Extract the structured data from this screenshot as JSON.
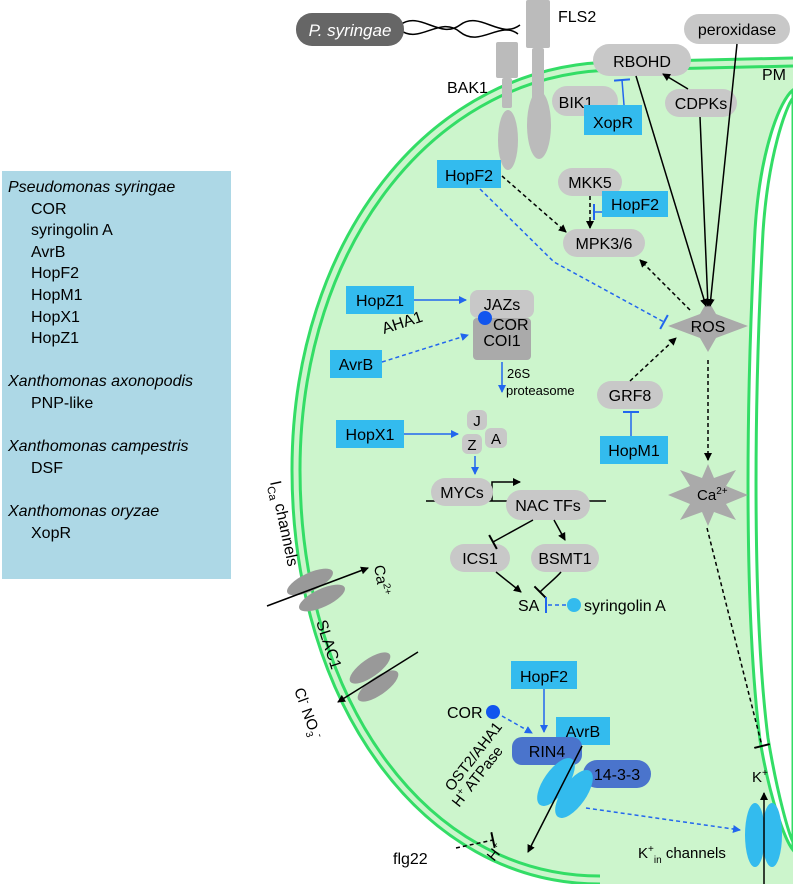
{
  "legend": {
    "groups": [
      {
        "organism": "Pseudomonas syringae",
        "effectors": [
          "COR",
          "syringolin A",
          "AvrB",
          "HopF2",
          "HopM1",
          "HopX1",
          "HopZ1"
        ]
      },
      {
        "organism": "Xanthomonas axonopodis",
        "effectors": [
          "PNP-like"
        ]
      },
      {
        "organism": "Xanthomonas campestris",
        "effectors": [
          "DSF"
        ]
      },
      {
        "organism": "Xanthomonas oryzae",
        "effectors": [
          "XopR"
        ]
      }
    ]
  },
  "labels": {
    "pathogen": "P. syringae",
    "fls2": "FLS2",
    "bak1": "BAK1",
    "rbohd": "RBOHD",
    "peroxidase": "peroxidase",
    "pm": "PM",
    "bik1": "BIK1",
    "xopr": "XopR",
    "cdpks": "CDPKs",
    "hopf2_top": "HopF2",
    "mkk5": "MKK5",
    "hopf2_mid": "HopF2",
    "mpk": "MPK3/6",
    "hopz1": "HopZ1",
    "jazs": "JAZs",
    "cor_small": "COR",
    "coi1": "COI1",
    "aha1": "AHA1",
    "avrb_left": "AvrB",
    "ros": "ROS",
    "proteasome_a": "26S",
    "proteasome_b": "proteasome",
    "grf8": "GRF8",
    "hopm1": "HopM1",
    "hopx1": "HopX1",
    "j": "J",
    "z": "Z",
    "a": "A",
    "mycs": "MYCs",
    "nac": "NAC TFs",
    "ca_main": "Ca",
    "ca_sup": "2+",
    "ics1": "ICS1",
    "bsmt1": "BSMT1",
    "sa": "SA",
    "syringolin": "syringolin A",
    "ica_i": "I",
    "ica_sub": "Ca",
    "ica_rest": " channels",
    "ca_ch_main": "Ca",
    "ca_ch_sup": "2+",
    "slac1": "SLAC1",
    "cl_main": "Cl",
    "cl_sup": "-",
    "no3_main": " NO",
    "no3_sub": "3",
    "no3_sup": "-",
    "hopf2_bottom": "HopF2",
    "cor_bottom": "COR",
    "avrb_bottom": "AvrB",
    "rin4": "RIN4",
    "p1433": "14-3-3",
    "ost2": "OST2/AHA1",
    "atpase_h": "H",
    "atpase_plus": "+",
    "atpase_rest": " ATPase",
    "hplus_main": "H",
    "hplus_sup": "+",
    "flg22": "flg22",
    "kplus_main": "K",
    "kplus_sup": "+",
    "kin_main": "K",
    "kin_sup": "+",
    "kin_sub": "in",
    "kin_rest": " channels"
  },
  "colors": {
    "cell_fill": "#ccf5cc",
    "membrane": "#33dd66",
    "effector_box": "#33bbee",
    "host_node": "#c8c8c8",
    "legend_bg": "#add8e6",
    "blue_dot": "#1155ee",
    "inhibit_blue": "#2277ee"
  }
}
